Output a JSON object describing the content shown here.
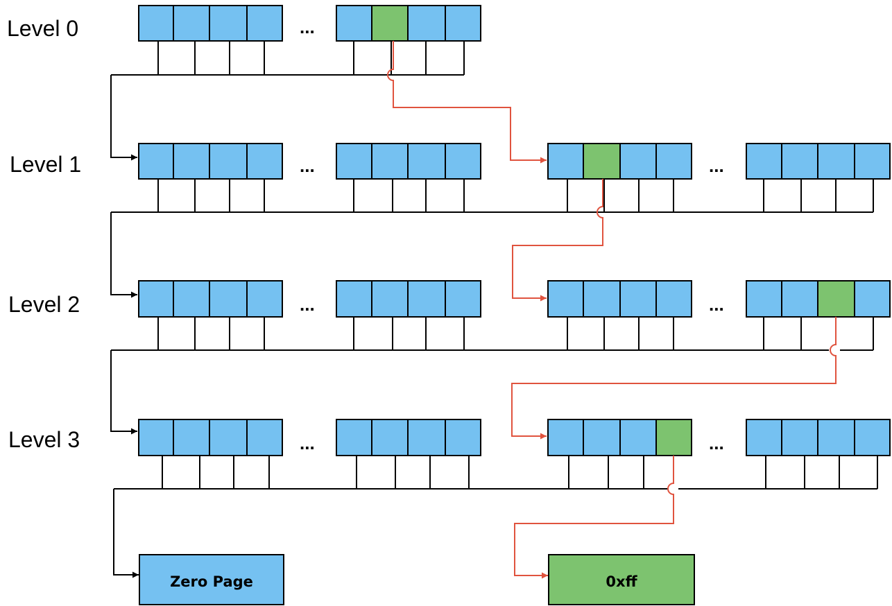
{
  "levels": [
    {
      "label": "Level 0"
    },
    {
      "label": "Level 1"
    },
    {
      "label": "Level 2"
    },
    {
      "label": "Level 3"
    }
  ],
  "ellipsis": "...",
  "targets": {
    "zero_page": "Zero Page",
    "value_page": "0xff"
  },
  "colors": {
    "entry_fill": "#75C1F1",
    "selected_fill": "#7DC36F",
    "target_fill": "#75C1F1",
    "value_fill": "#7DC36F",
    "stroke": "#000000",
    "path": "#E0533E"
  }
}
